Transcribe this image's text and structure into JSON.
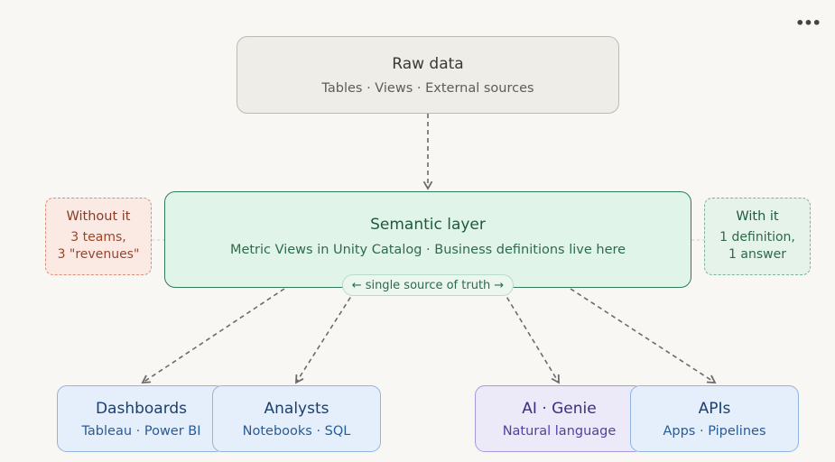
{
  "raw": {
    "title": "Raw data",
    "subtitle": "Tables · Views · External sources"
  },
  "semantic": {
    "title": "Semantic layer",
    "subtitle": "Metric Views in Unity Catalog · Business definitions live here",
    "pill": "single source of truth"
  },
  "without_it": {
    "title": "Without it",
    "line1": "3 teams,",
    "line2": "3 \"revenues\""
  },
  "with_it": {
    "title": "With it",
    "line1": "1 definition,",
    "line2": "1 answer"
  },
  "consumers": [
    {
      "title": "Dashboards",
      "subtitle": "Tableau · Power BI",
      "color": "#e4effb"
    },
    {
      "title": "Analysts",
      "subtitle": "Notebooks · SQL",
      "color": "#e4effb"
    },
    {
      "title": "AI · Genie",
      "subtitle": "Natural language",
      "color": "#ece9f9"
    },
    {
      "title": "APIs",
      "subtitle": "Apps · Pipelines",
      "color": "#e4effb"
    }
  ],
  "menu_icon": "more-horizontal-icon"
}
